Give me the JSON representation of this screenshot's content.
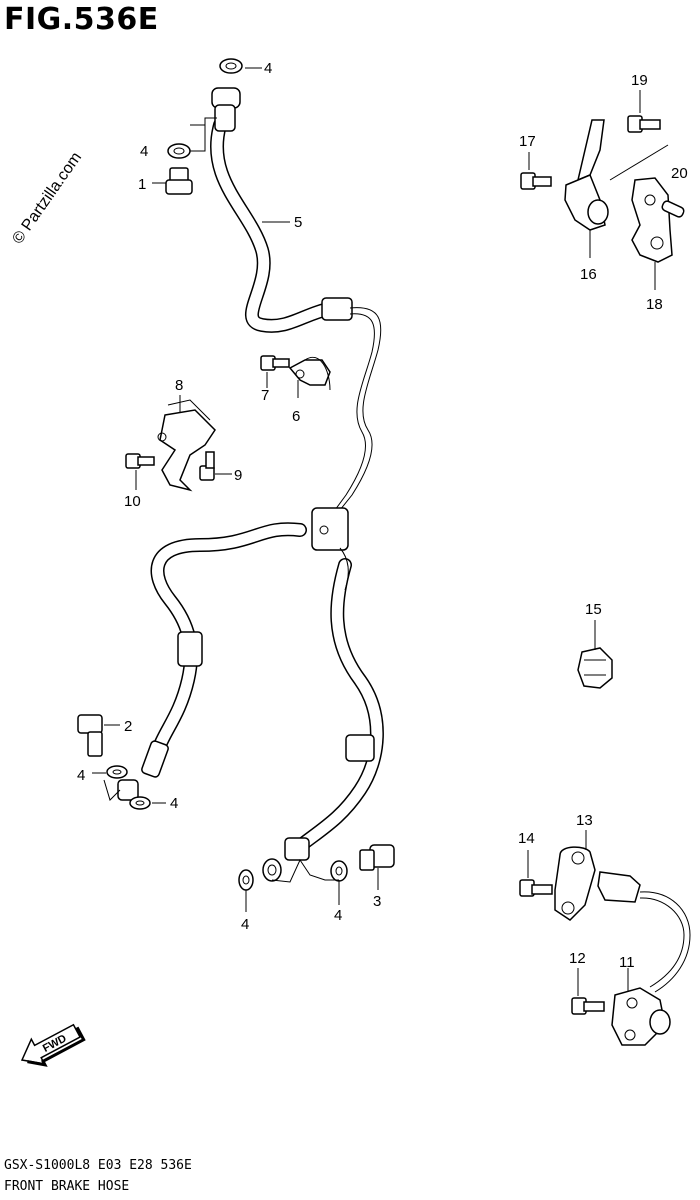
{
  "figure": {
    "title": "FIG.536E",
    "model_code": "GSX-S1000L8  E03  E28  536E",
    "section_name": "FRONT BRAKE HOSE",
    "watermark": "© Partzilla.com",
    "fwd_label": "FWD"
  },
  "callouts": {
    "c1": "1",
    "c2": "2",
    "c3": "3",
    "c4a": "4",
    "c4b": "4",
    "c4c": "4",
    "c4d": "4",
    "c4e": "4",
    "c4f": "4",
    "c5": "5",
    "c6": "6",
    "c7": "7",
    "c8": "8",
    "c9": "9",
    "c10": "10",
    "c11": "11",
    "c12": "12",
    "c13": "13",
    "c14": "14",
    "c15": "15",
    "c16": "16",
    "c17": "17",
    "c18": "18",
    "c19": "19",
    "c20": "20"
  }
}
